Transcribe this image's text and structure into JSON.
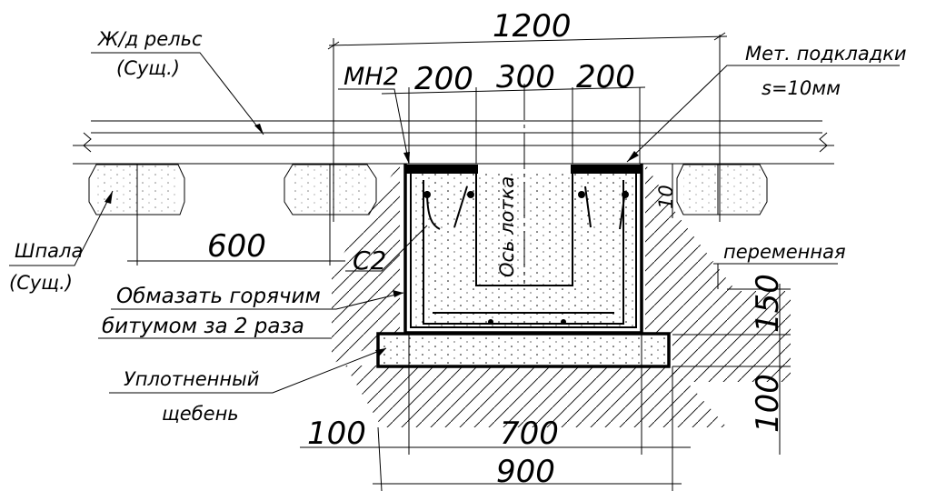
{
  "labels": {
    "rail": "Ж/д рельс",
    "rail_sub": "(Сущ.)",
    "sleeper": "Шпала",
    "sleeper_sub": "(Сущ.)",
    "mh2": "МН2",
    "plates": "Мет. подкладки",
    "plates_sub": "s=10мм",
    "c2": "С2",
    "axis": "Ось лотка",
    "bitumen_1": "Обмазать горячим",
    "bitumen_2": "битумом за 2 раза",
    "gravel_1": "Уплотненный",
    "gravel_2": "щебень",
    "variable": "переменная"
  },
  "dimensions": {
    "total_top": "1200",
    "seg_left": "200",
    "seg_mid": "300",
    "seg_right": "200",
    "sleeper_spacing": "600",
    "gap_10": "10",
    "h_150": "150",
    "h_100": "100",
    "base_offset": "100",
    "width_700": "700",
    "width_900": "900"
  }
}
